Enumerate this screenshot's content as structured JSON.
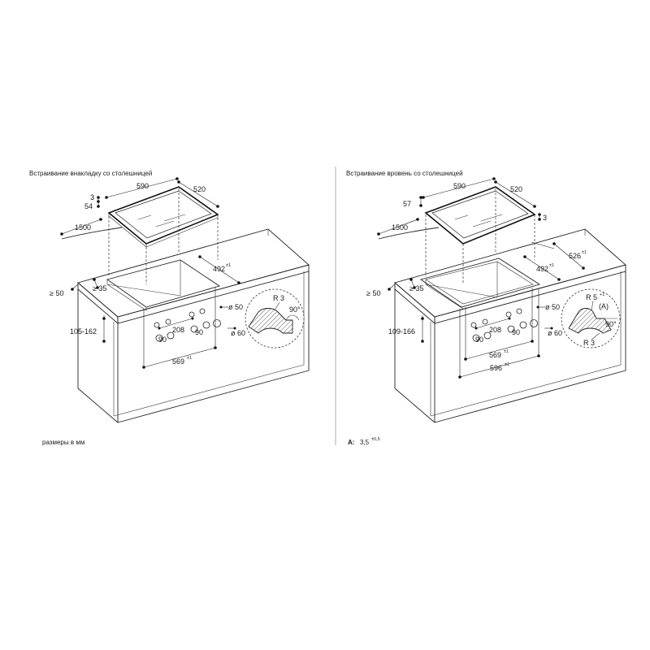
{
  "left": {
    "title": "Встраивание внакладку со столешницей",
    "dims": {
      "width": "590",
      "depth": "520",
      "t1": "3",
      "t2": "54",
      "cable": "1500",
      "cut_depth": "492",
      "cut_depth_tol": "±1",
      "rear_min": "≥ 50",
      "front_min": "≥ 35",
      "height_range": "105-162",
      "cut_width": "569",
      "cut_width_tol": "±1",
      "knob_spacing": "208",
      "knob_a": "90",
      "knob_b": "90",
      "dia1": "ø 50",
      "dia2": "ø 60",
      "radius": "R 3",
      "angle": "90°"
    },
    "footnote": "размеры в мм"
  },
  "right": {
    "title": "Встраивание вровень со столешницей",
    "dims": {
      "width": "590",
      "depth": "520",
      "t1": "57",
      "t2": "3",
      "cable": "1500",
      "outer_depth": "526",
      "outer_depth_tol": "±1",
      "cut_depth": "492",
      "cut_depth_tol": "±1",
      "rear_min": "≥ 50",
      "front_min": "≥ 35",
      "height_range": "109-166",
      "cut_width": "569",
      "cut_width_tol": "±1",
      "outer_width": "596",
      "outer_width_tol": "±1",
      "knob_spacing": "208",
      "knob_a": "90",
      "knob_b": "90",
      "dia1": "ø 50",
      "dia2": "ø 60",
      "radius_top": "R 5",
      "radius_top_tol": "+1",
      "radius_bottom": "R 3",
      "detail_a": "(A)",
      "angle": "90°"
    },
    "footnote_label": "A:",
    "footnote_value": "3,5",
    "footnote_tol": "±0,5"
  }
}
